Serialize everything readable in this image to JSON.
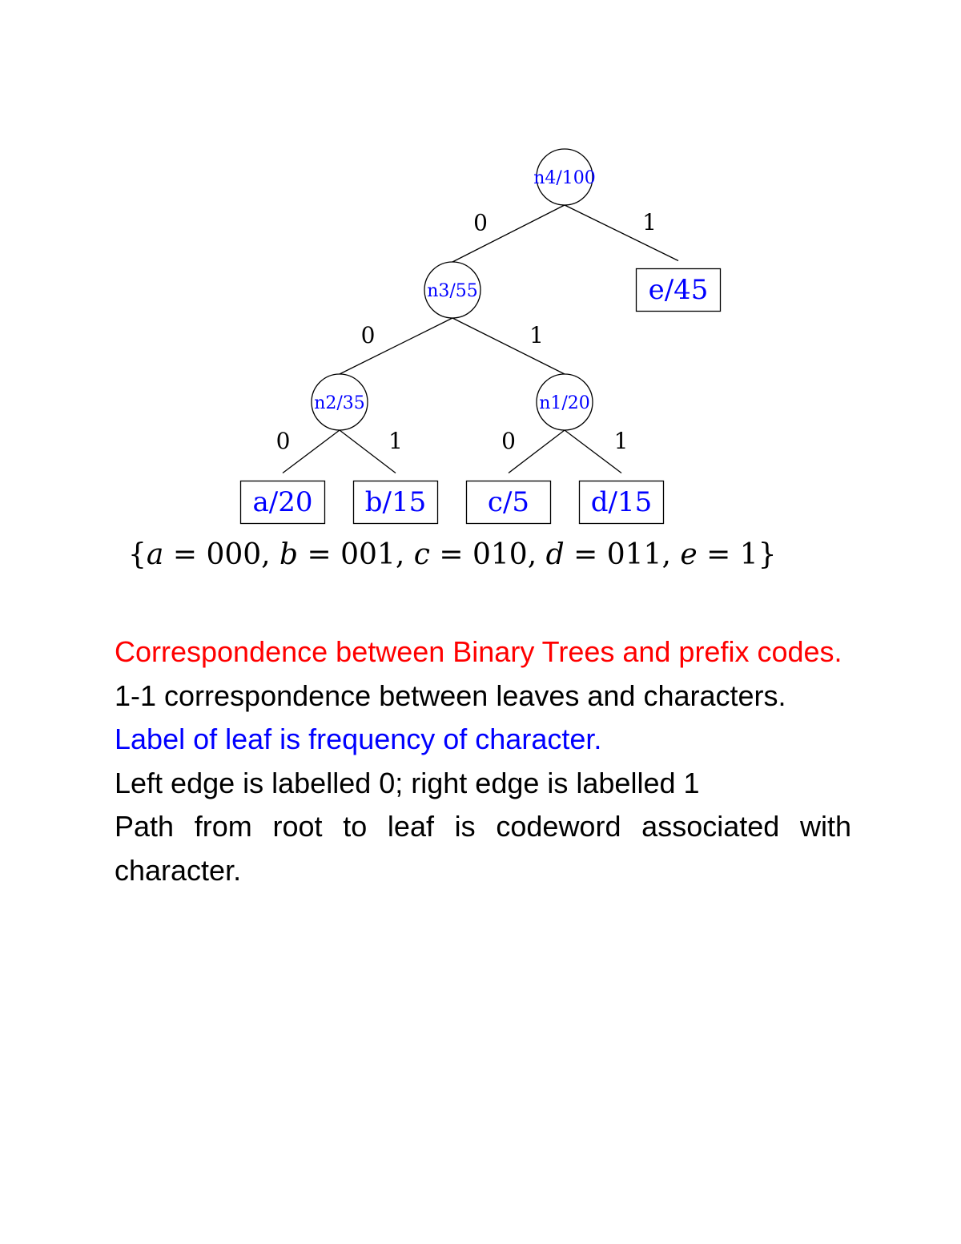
{
  "tree": {
    "nodes": [
      {
        "id": "n4",
        "label": "n4/100",
        "shape": "circle"
      },
      {
        "id": "n3",
        "label": "n3/55",
        "shape": "circle"
      },
      {
        "id": "e",
        "label": "e/45",
        "shape": "box"
      },
      {
        "id": "n2",
        "label": "n2/35",
        "shape": "circle"
      },
      {
        "id": "n1",
        "label": "n1/20",
        "shape": "circle"
      },
      {
        "id": "a",
        "label": "a/20",
        "shape": "box"
      },
      {
        "id": "b",
        "label": "b/15",
        "shape": "box"
      },
      {
        "id": "c",
        "label": "c/5",
        "shape": "box"
      },
      {
        "id": "d",
        "label": "d/15",
        "shape": "box"
      }
    ],
    "edges": [
      {
        "from": "n4",
        "to": "n3",
        "label": "0"
      },
      {
        "from": "n4",
        "to": "e",
        "label": "1"
      },
      {
        "from": "n3",
        "to": "n2",
        "label": "0"
      },
      {
        "from": "n3",
        "to": "n1",
        "label": "1"
      },
      {
        "from": "n2",
        "to": "a",
        "label": "0"
      },
      {
        "from": "n2",
        "to": "b",
        "label": "1"
      },
      {
        "from": "n1",
        "to": "c",
        "label": "0"
      },
      {
        "from": "n1",
        "to": "d",
        "label": "1"
      }
    ],
    "colors": {
      "node_text": "#0000ff",
      "edge": "#000000"
    }
  },
  "codes": {
    "open": "{",
    "close": "}",
    "items": [
      {
        "char": "a",
        "code": "000"
      },
      {
        "char": "b",
        "code": "001"
      },
      {
        "char": "c",
        "code": "010"
      },
      {
        "char": "d",
        "code": "011"
      },
      {
        "char": "e",
        "code": "1"
      }
    ]
  },
  "text": {
    "line1": "Correspondence between Binary Trees and prefix codes.",
    "line2": "1-1 correspondence between leaves and characters.",
    "line3": "Label of leaf is frequency of character.",
    "line4": "Left edge is labelled 0; right edge is labelled 1",
    "line5a": "Path from root to leaf is codeword associated with",
    "line5b": "character."
  },
  "colors": {
    "heading": "#ff0000",
    "highlight": "#0000ff",
    "body": "#000000"
  }
}
